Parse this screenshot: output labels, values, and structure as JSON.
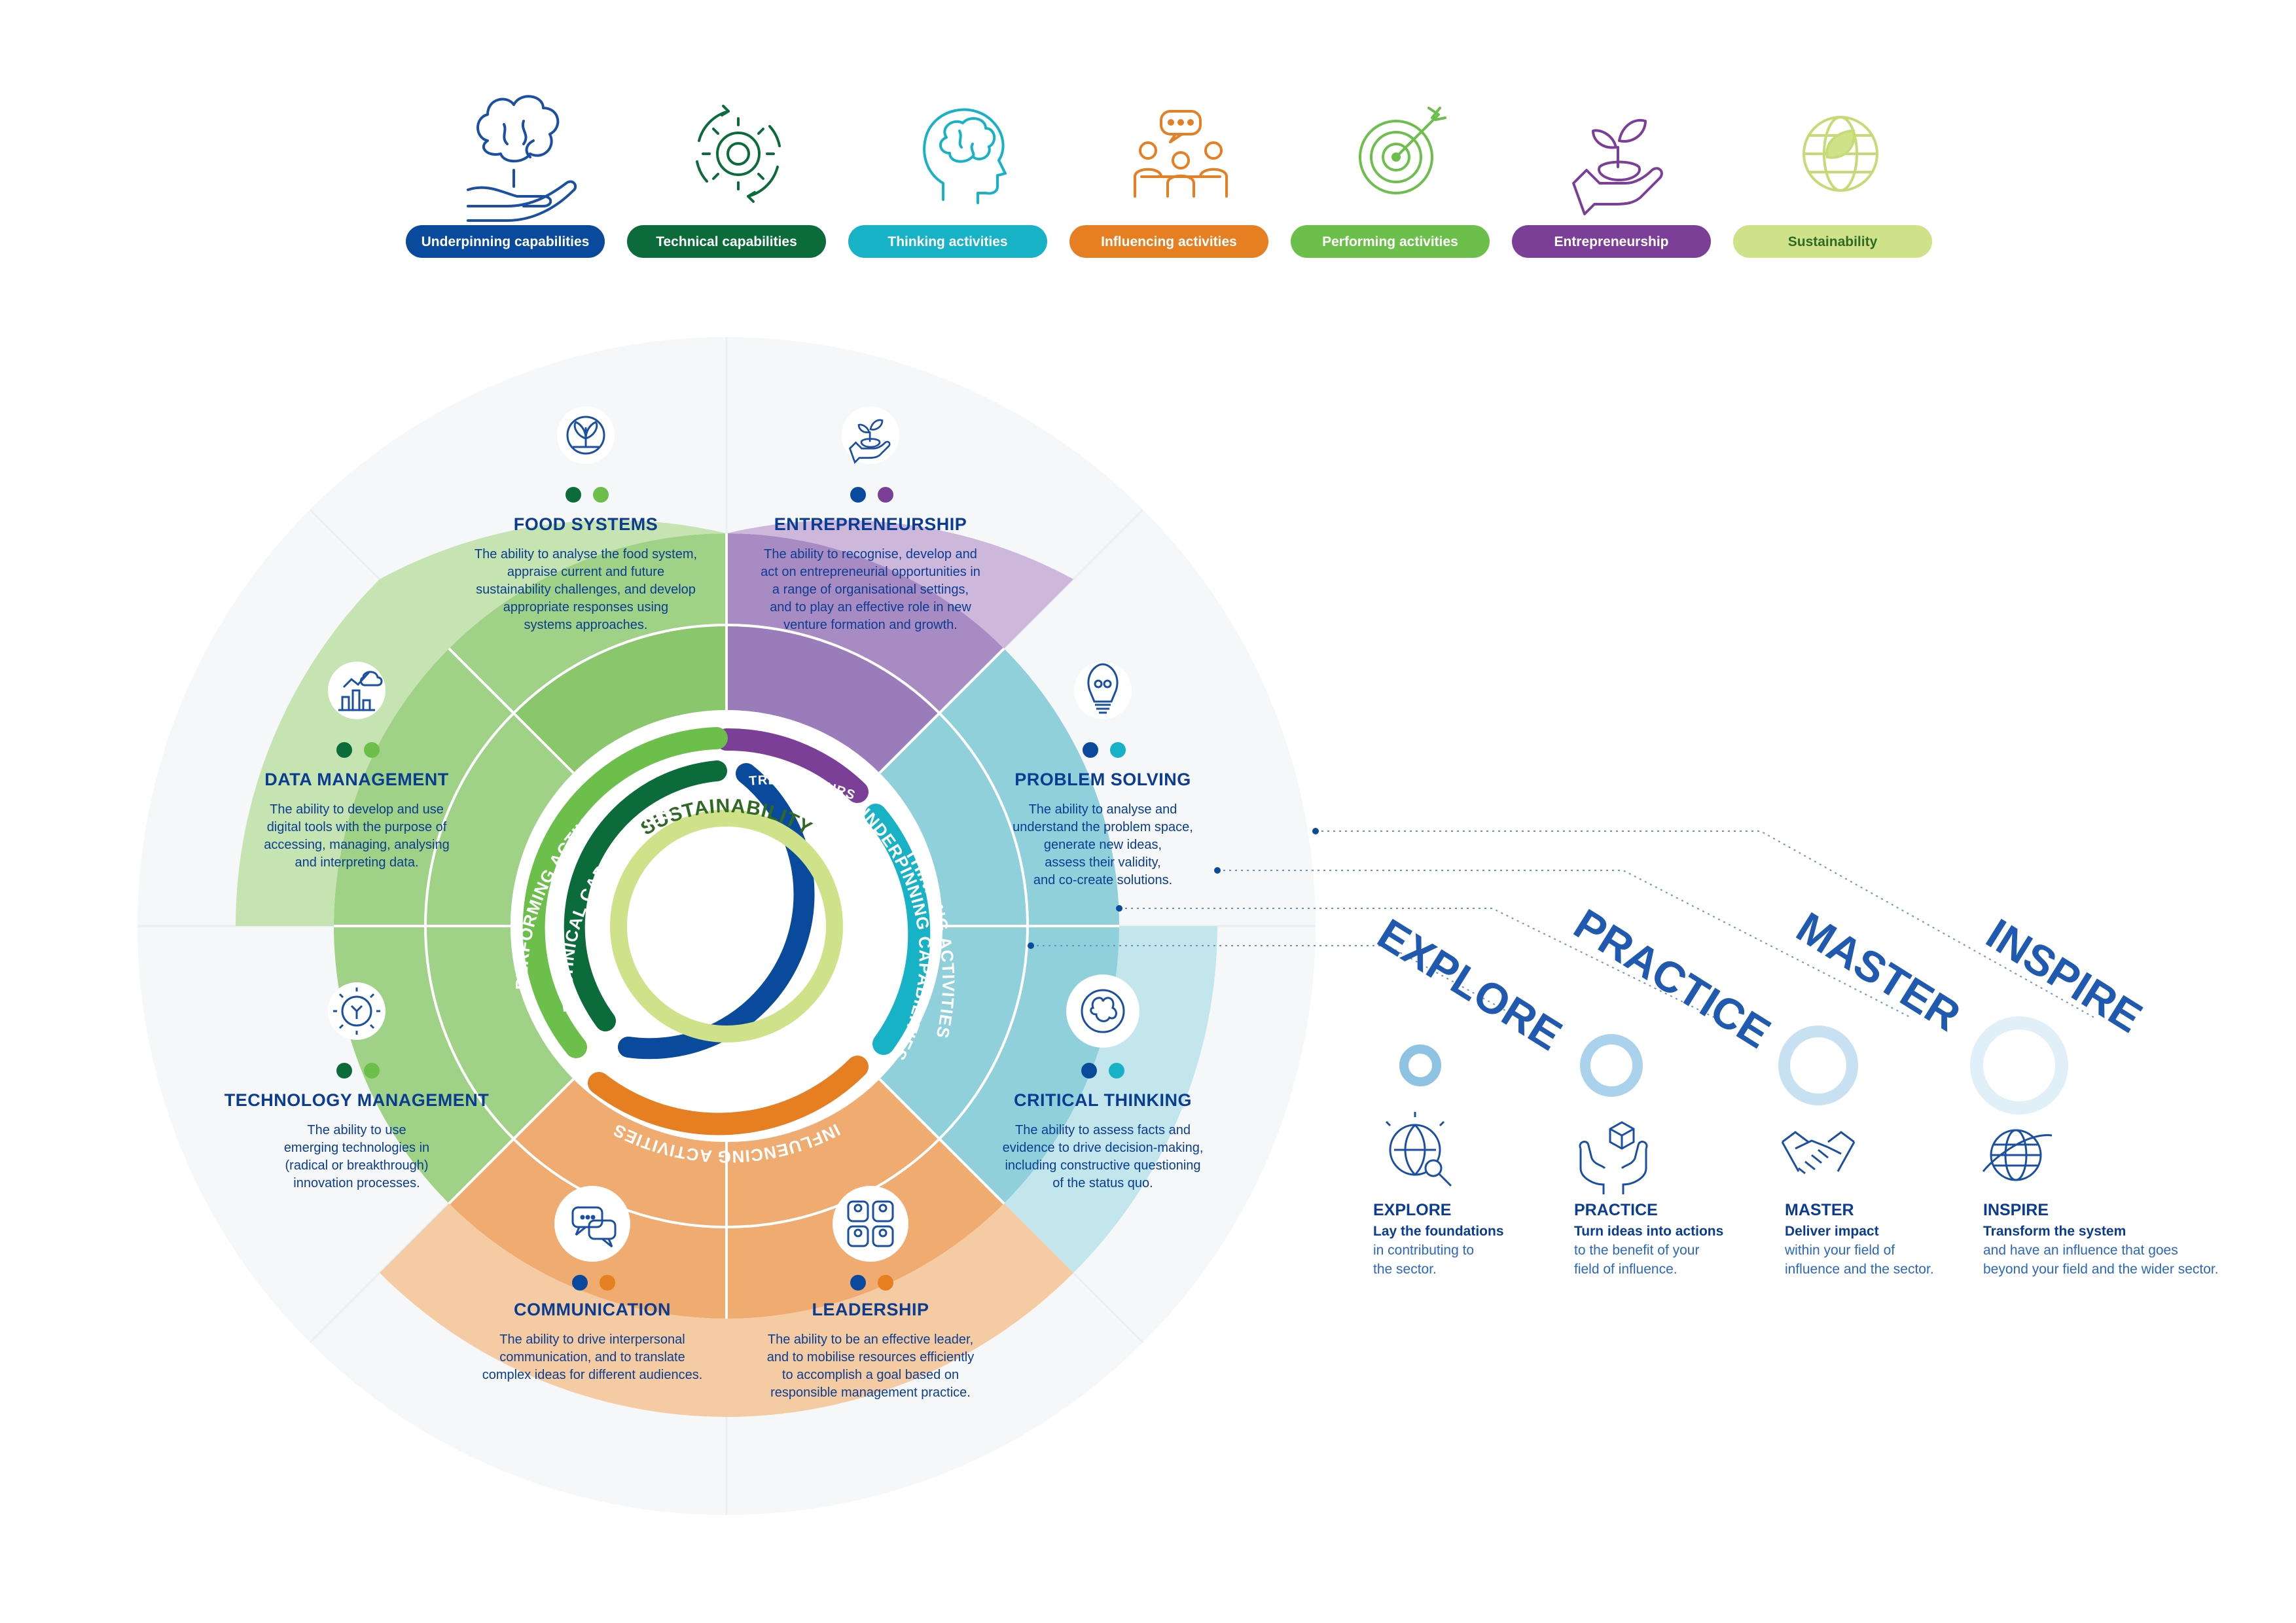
{
  "legend": [
    {
      "label": "Underpinning capabilities",
      "color": "#0a4a9c",
      "text_color": "#ffffff",
      "icon": "brain-in-hand-icon"
    },
    {
      "label": "Technical capabilities",
      "color": "#0b6b3a",
      "text_color": "#ffffff",
      "icon": "gear-cycle-icon"
    },
    {
      "label": "Thinking activities",
      "color": "#17b2c6",
      "text_color": "#ffffff",
      "icon": "head-brain-icon"
    },
    {
      "label": "Influencing activities",
      "color": "#e67e22",
      "text_color": "#ffffff",
      "icon": "group-speech-icon"
    },
    {
      "label": "Performing activities",
      "color": "#6cbf4a",
      "text_color": "#ffffff",
      "icon": "target-arrow-icon"
    },
    {
      "label": "Entrepreneurship",
      "color": "#7b3f98",
      "text_color": "#ffffff",
      "icon": "plant-hand-icon"
    },
    {
      "label": "Sustainability",
      "color": "#cfe28a",
      "text_color": "#2f6a24",
      "icon": "leaf-globe-icon"
    }
  ],
  "segments": [
    {
      "id": "food-systems",
      "title": "FOOD SYSTEMS",
      "desc": [
        "The ability to analyse the food system,",
        "appraise current and future",
        "sustainability challenges, and develop",
        "appropriate responses using",
        "systems approaches."
      ],
      "dots": [
        "#0b6b3a",
        "#6cbf4a"
      ],
      "icon": "leaf-circle-icon"
    },
    {
      "id": "entrepreneurship",
      "title": "ENTREPRENEURSHIP",
      "desc": [
        "The ability to recognise, develop and",
        "act on entrepreneurial opportunities in",
        "a range of organisational settings,",
        "and to play an effective role in new",
        "venture formation and growth."
      ],
      "dots": [
        "#0a4a9c",
        "#7b3f98"
      ],
      "icon": "plant-hand-icon"
    },
    {
      "id": "problem-solving",
      "title": "PROBLEM SOLVING",
      "desc": [
        "The ability to analyse and",
        "understand the problem space,",
        "generate new ideas,",
        "assess their validity,",
        "and co-create solutions."
      ],
      "dots": [
        "#0a4a9c",
        "#17b2c6"
      ],
      "icon": "lightbulb-icon"
    },
    {
      "id": "critical-thinking",
      "title": "CRITICAL THINKING",
      "desc": [
        "The ability to assess facts and",
        "evidence to drive decision-making,",
        "including constructive questioning",
        "of the status quo."
      ],
      "dots": [
        "#0a4a9c",
        "#17b2c6"
      ],
      "icon": "brain-cycle-icon"
    },
    {
      "id": "leadership",
      "title": "LEADERSHIP",
      "desc": [
        "The ability to be an effective leader,",
        "and to mobilise resources efficiently",
        "to accomplish a goal based on",
        "responsible management practice."
      ],
      "dots": [
        "#0a4a9c",
        "#e67e22"
      ],
      "icon": "team-icon"
    },
    {
      "id": "communication",
      "title": "COMMUNICATION",
      "desc": [
        "The ability to drive interpersonal",
        "communication, and to translate",
        "complex ideas for different audiences."
      ],
      "dots": [
        "#0a4a9c",
        "#e67e22"
      ],
      "icon": "chat-bubbles-icon"
    },
    {
      "id": "technology-management",
      "title": "TECHNOLOGY MANAGEMENT",
      "desc": [
        "The ability to use",
        "emerging technologies in",
        "(radical or breakthrough)",
        "innovation processes."
      ],
      "dots": [
        "#0b6b3a",
        "#6cbf4a"
      ],
      "icon": "tech-gear-icon"
    },
    {
      "id": "data-management",
      "title": "DATA MANAGEMENT",
      "desc": [
        "The ability to develop and use",
        "digital tools with the purpose of",
        "accessing, managing, analysing",
        "and interpreting data."
      ],
      "dots": [
        "#0b6b3a",
        "#6cbf4a"
      ],
      "icon": "data-chart-icon"
    }
  ],
  "rings": {
    "entrepreneurship": "ENTREPRENEURSHIP",
    "thinking": "THINKING ACTIVITIES",
    "underpinning": "UNDERPINNING CAPABILITIES",
    "influencing": "INFLUENCING ACTIVITIES",
    "performing": "PERFORMING ACTIVITIES",
    "technical": "TECHNICAL CAPABILITIES",
    "sustainability": "SUSTAINABILITY"
  },
  "levels": [
    {
      "word": "EXPLORE",
      "title": "EXPLORE",
      "sub": "Lay the foundations",
      "desc": [
        "in contributing to",
        "the sector."
      ],
      "icon": "globe-magnifier-icon",
      "ring_color": "#8fc3e3"
    },
    {
      "word": "PRACTICE",
      "title": "PRACTICE",
      "sub": "Turn ideas into actions",
      "desc": [
        "to the benefit of your",
        "field of influence."
      ],
      "icon": "hands-cube-icon",
      "ring_color": "#aad2ec"
    },
    {
      "word": "MASTER",
      "title": "MASTER",
      "sub": "Deliver impact",
      "desc": [
        "within your field of",
        "influence and the sector."
      ],
      "icon": "handshake-icon",
      "ring_color": "#c7e1f3"
    },
    {
      "word": "INSPIRE",
      "title": "INSPIRE",
      "sub": "Transform the system",
      "desc": [
        "and have an influence that goes",
        "beyond your field and the wider sector."
      ],
      "icon": "globe-orbit-icon",
      "ring_color": "#e1eff9"
    }
  ]
}
